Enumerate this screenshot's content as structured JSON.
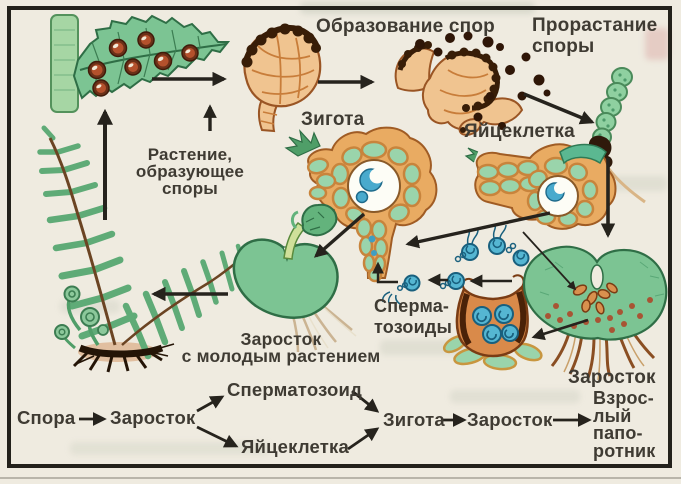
{
  "page": {
    "background_color": "#efebe0",
    "frame_color": "#23211b",
    "text_color": "#3f3b33"
  },
  "labels": {
    "spore_formation": "Образование спор",
    "spore_germination": "Прорастание\nспоры",
    "zygote": "Зигота",
    "egg_cell": "Яйцеклетка",
    "spore_forming_plant": "Растение,\nобразующее\nспоры",
    "spermatozoids": "Сперма-\nтозоиды",
    "prothallus_with_young_plant": "Заросток\nс молодым растением",
    "prothallus": "Заросток"
  },
  "flow_diagram": {
    "spore": "Спора",
    "prothallus_1": "Заросток",
    "spermatozoon": "Сперматозоид",
    "egg_cell": "Яйцеклетка",
    "zygote": "Зигота",
    "prothallus_2": "Заросток",
    "adult_fern": "Взрос-\nлый\nпапо-\nротник"
  },
  "palette": {
    "leaf_green": "#7cc493",
    "dark_green": "#2f6e46",
    "cell_orange": "#e9ab62",
    "cell_wall_brown": "#a05c24",
    "sorus_brown": "#a34a2a",
    "spore_dark_brown": "#2f1607",
    "sperm_blue": "#55b6d2",
    "rhizoid_tan": "#c9a06a",
    "arrow_black": "#26231d"
  }
}
